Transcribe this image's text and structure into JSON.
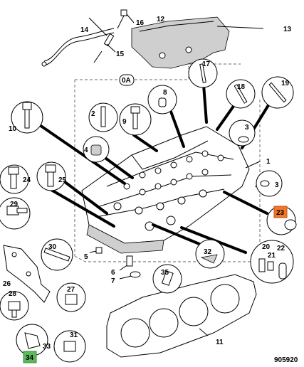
{
  "diagram": {
    "reference_number": "905920",
    "main_label": "0A",
    "callouts": {
      "c1": "1",
      "c2": "2",
      "c3a": "3",
      "c3b": "3",
      "c4": "4",
      "c5": "5",
      "c6": "6",
      "c7": "7",
      "c8": "8",
      "c9": "9",
      "c10": "10",
      "c11": "11",
      "c12": "12",
      "c13": "13",
      "c14": "14",
      "c15": "15",
      "c16": "16",
      "c17": "17",
      "c18": "18",
      "c19": "19",
      "c20": "20",
      "c21": "21",
      "c22": "22",
      "c23": "23",
      "c24": "24",
      "c25": "25",
      "c26": "26",
      "c27": "27",
      "c28": "28",
      "c29": "29",
      "c30": "30",
      "c31": "31",
      "c32": "32",
      "c33": "33",
      "c34": "34",
      "c35": "35"
    },
    "highlight_colors": {
      "c23": "#f07828",
      "c34": "#5cb85c"
    }
  }
}
